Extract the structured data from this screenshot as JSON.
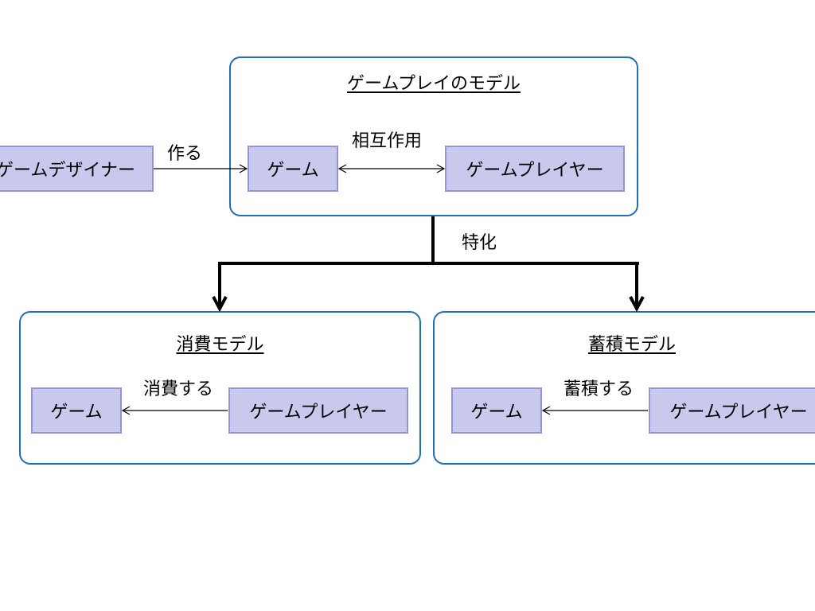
{
  "diagram": {
    "top_frame": {
      "title": "ゲームプレイのモデル",
      "node_game": "ゲーム",
      "node_player": "ゲームプレイヤー",
      "edge_label": "相互作用"
    },
    "designer": {
      "node": "ゲームデザイナー",
      "edge_label": "作る"
    },
    "specialization_label": "特化",
    "consumption_frame": {
      "title": "消費モデル",
      "node_game": "ゲーム",
      "node_player": "ゲームプレイヤー",
      "edge_label": "消費する"
    },
    "accumulation_frame": {
      "title": "蓄積モデル",
      "node_game": "ゲーム",
      "node_player": "ゲームプレイヤー",
      "edge_label": "蓄積する"
    },
    "colors": {
      "frame_border": "#1f6fb4",
      "node_fill": "#c9c9ed",
      "node_border": "#9494d6"
    }
  }
}
